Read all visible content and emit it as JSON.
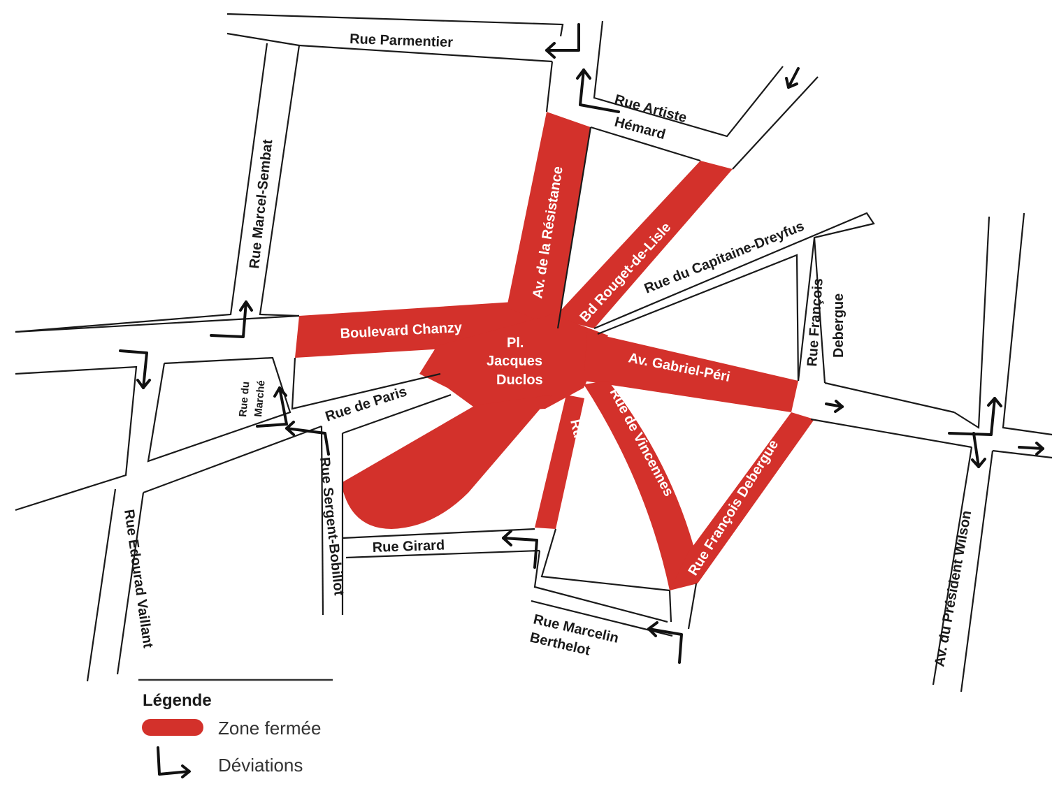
{
  "colors": {
    "closed_zone": "#d3312b",
    "road_line": "#1a1a1a",
    "arrow": "#111111"
  },
  "streets": {
    "rue_parmentier": "Rue Parmentier",
    "rue_artiste_1": "Rue Artiste",
    "rue_artiste_2": "Hémard",
    "rue_marcel_sembat": "Rue Marcel-Sembat",
    "av_resistance": "Av. de la Résistance",
    "bd_rouget": "Bd Rouget-de-Lisle",
    "rue_capitaine": "Rue du Capitaine-Dreyfus",
    "rue_francois_v1": "Rue François",
    "rue_francois_v2": "Debergue",
    "bd_chanzy": "Boulevard Chanzy",
    "place_1": "Pl.",
    "place_2": "Jacques",
    "place_3": "Duclos",
    "av_gabriel": "Av. Gabriel-Péri",
    "rue_marche_1": "Rue du",
    "rue_marche_2": "Marché",
    "rue_paris": "Rue de Paris",
    "rue_kleber": "Rue Kléber",
    "rue_vincennes": "Rue de Vincennes",
    "rue_francois_debergue": "Rue François Debergue",
    "rue_sergent": "Rue Sergent-Bobillot",
    "rue_edouard": "Rue Edourad Vaillant",
    "rue_girard": "Rue Girard",
    "rue_marcelin_1": "Rue Marcelin",
    "rue_marcelin_2": "Berthelot",
    "av_president": "Av. du Président Wilson"
  },
  "legend": {
    "title": "Légende",
    "closed_zone_label": "Zone fermée",
    "detour_label": "Déviations"
  },
  "icons": {
    "closed_zone_swatch": "red-pill",
    "detour_symbol": "bent-arrow"
  }
}
